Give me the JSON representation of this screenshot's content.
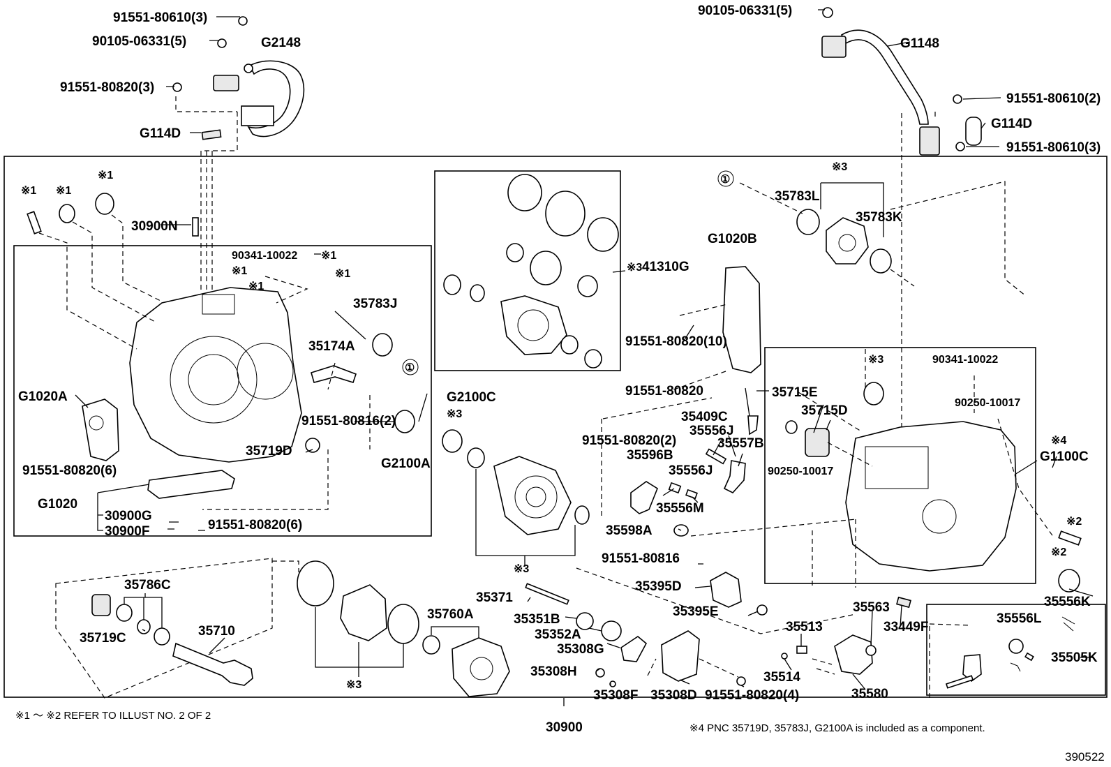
{
  "part_labels": [
    "91551-80610(3)",
    "90105-06331(5)",
    "G2148",
    "91551-80820(3)",
    "G114D",
    "90105-06331(5)",
    "G1148",
    "91551-80610(2)",
    "G114D",
    "91551-80610(3)",
    "※1",
    "※1",
    "※1",
    "30900N",
    "90341-10022",
    "※1",
    "※1",
    "※1",
    "※1",
    "35783J",
    "35174A",
    "G1020A",
    "91551-80816(2)",
    "G2100C",
    "91551-80820(6)",
    "35719D",
    "G2100A",
    "G1020",
    "30900G",
    "30900F",
    "91551-80820(6)",
    "※3",
    "41310G",
    "※3",
    "35783L",
    "35783K",
    "G1020B",
    "91551-80820(10)",
    "※3",
    "90341-10022",
    "90250-10017",
    "※4",
    "G1100C",
    "91551-80820",
    "35715E",
    "35715D",
    "35409C",
    "35556J",
    "35557B",
    "91551-80820(2)",
    "35596B",
    "35556J",
    "90250-10017",
    "35556M",
    "35598A",
    "※3",
    "91551-80816",
    "35395D",
    "35395E",
    "※2",
    "※2",
    "35556K",
    "35786C",
    "35719C",
    "35710",
    "35760A",
    "※3",
    "35371",
    "35351B",
    "35352A",
    "35308G",
    "35308H",
    "35308F",
    "35308D",
    "91551-80820(4)",
    "35513",
    "35514",
    "35563",
    "35580",
    "33449F",
    "35556L",
    "35505K",
    "30900"
  ],
  "footnote_left": "※1 ～ ※2 REFER TO ILLUST NO. 2 OF 2",
  "footnote_right": "※4 PNC 35719D, 35783J, G2100A is included as a component.",
  "figure_id": "390522",
  "callout_symbol": "①"
}
